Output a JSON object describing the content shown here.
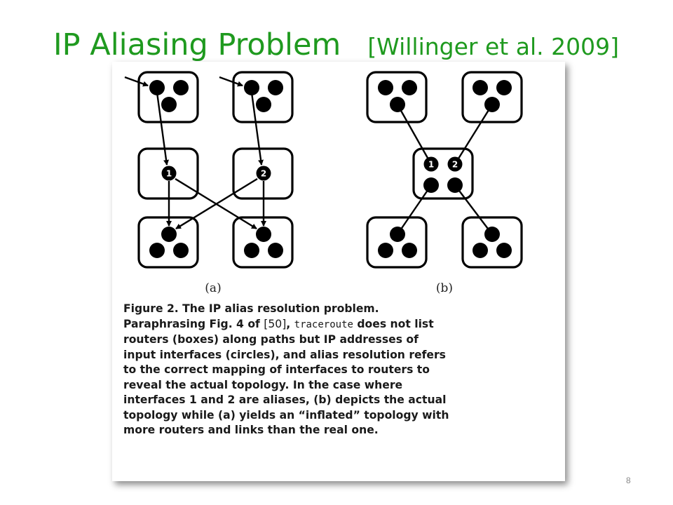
{
  "slide": {
    "title": "IP Aliasing Problem",
    "citation": "[Willinger et al. 2009]",
    "page_number": "8",
    "title_color": "#1f9a1f"
  },
  "figure": {
    "label_a": "(a)",
    "label_b": "(b)",
    "interfaces": {
      "one": "1",
      "two": "2"
    }
  },
  "caption": {
    "lead": "Figure 2. The IP alias resolution problem. Paraphrasing Fig. 4 of ",
    "ref": "[50]",
    "sep": ", ",
    "code": "traceroute",
    "rest": " does not list routers (boxes) along paths but IP addresses of input interfaces (circles), and alias resolution refers to the correct mapping of interfaces to routers to reveal the actual topology. In the case where interfaces 1 and 2 are aliases, (b) depicts the actual topology while (a) yields an “inflated” topology with more routers and links than the real one."
  }
}
